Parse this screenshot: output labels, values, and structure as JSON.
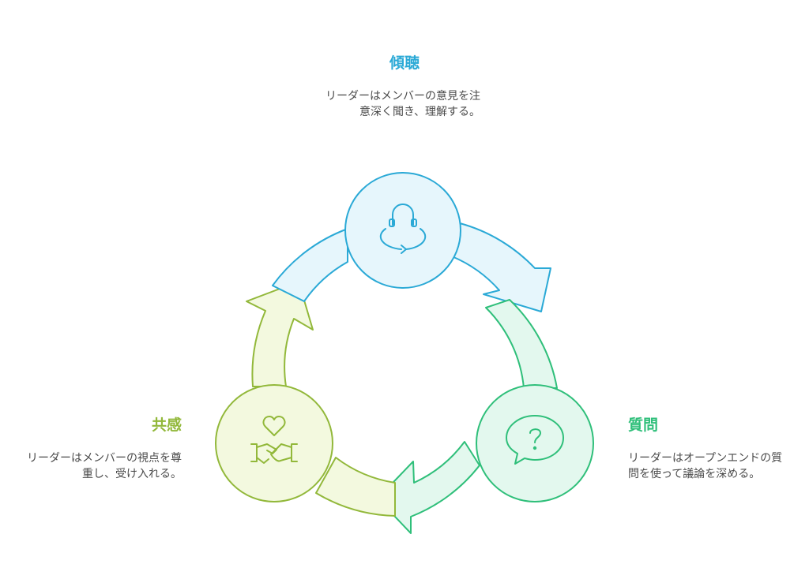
{
  "steps": {
    "listening": {
      "title": "傾聴",
      "description": "リーダーはメンバーの意見を注意深く聞き、理解する。",
      "icon": "headphones-cycle-icon",
      "color": "#2aa9d6",
      "fill": "#e6f6fc"
    },
    "questioning": {
      "title": "質問",
      "description": "リーダーはオープンエンドの質問を使って議論を深める。",
      "icon": "question-bubble-icon",
      "color": "#2fbf7a",
      "fill": "#e3f8ee"
    },
    "empathy": {
      "title": "共感",
      "description": "リーダーはメンバーの視点を尊重し、受け入れる。",
      "icon": "heart-handshake-icon",
      "color": "#92b83a",
      "fill": "#f3f9df"
    }
  }
}
